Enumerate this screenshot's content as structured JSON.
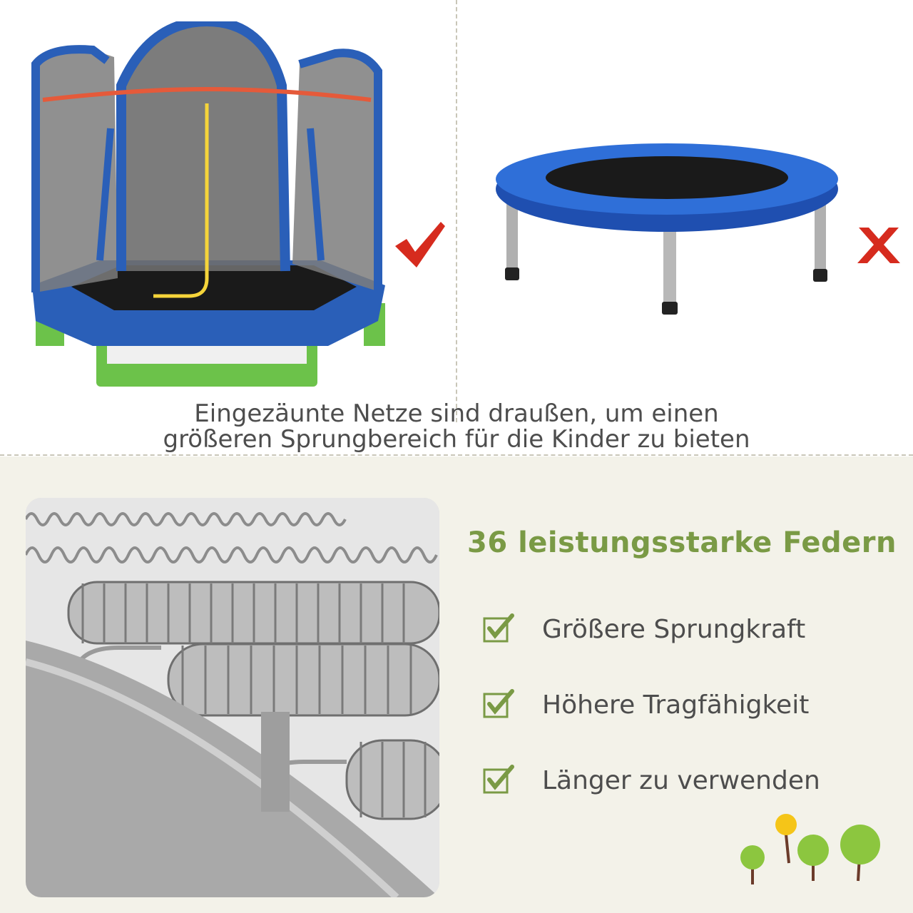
{
  "caption": {
    "line1": "Eingezäunte Netze sind draußen, um einen",
    "line2": "größeren Sprungbereich für die Kinder zu bieten"
  },
  "comparison": {
    "left_mark": "check-icon",
    "right_mark": "cross-icon",
    "check_color": "#d62b1e",
    "cross_color": "#d62b1e"
  },
  "springs": {
    "headline": "36 leistungsstarke Federn",
    "features": [
      {
        "label": "Größere Sprungkraft",
        "icon": "check-box-icon"
      },
      {
        "label": "Höhere Tragfähigkeit",
        "icon": "check-box-icon"
      },
      {
        "label": "Länger zu verwenden",
        "icon": "check-box-icon"
      }
    ],
    "accent_color": "#7a9a45"
  }
}
